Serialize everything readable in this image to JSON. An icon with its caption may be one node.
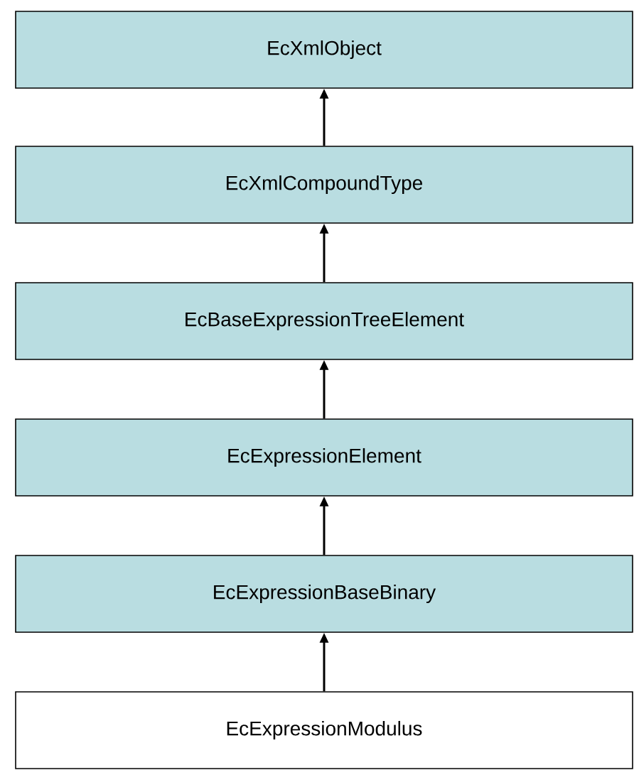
{
  "diagram": {
    "nodes": [
      {
        "text": [
          "EcXmlObject"
        ]
      },
      {
        "text": [
          "EcXmlCompoundType"
        ]
      },
      {
        "text": [
          "EcBaseExpressionTreeElement"
        ]
      },
      {
        "text": [
          "EcExpressionElement"
        ]
      },
      {
        "text": [
          "EcExpressionBaseBinary"
        ]
      },
      {
        "text": [
          "EcExpressionModulus"
        ]
      }
    ],
    "edges": [
      {
        "from": 1,
        "to": 0,
        "arrow": "to"
      },
      {
        "from": 2,
        "to": 1,
        "arrow": "to"
      },
      {
        "from": 3,
        "to": 2,
        "arrow": "to"
      },
      {
        "from": 4,
        "to": 3,
        "arrow": "to"
      },
      {
        "from": 5,
        "to": 4,
        "arrow": "to"
      }
    ]
  }
}
